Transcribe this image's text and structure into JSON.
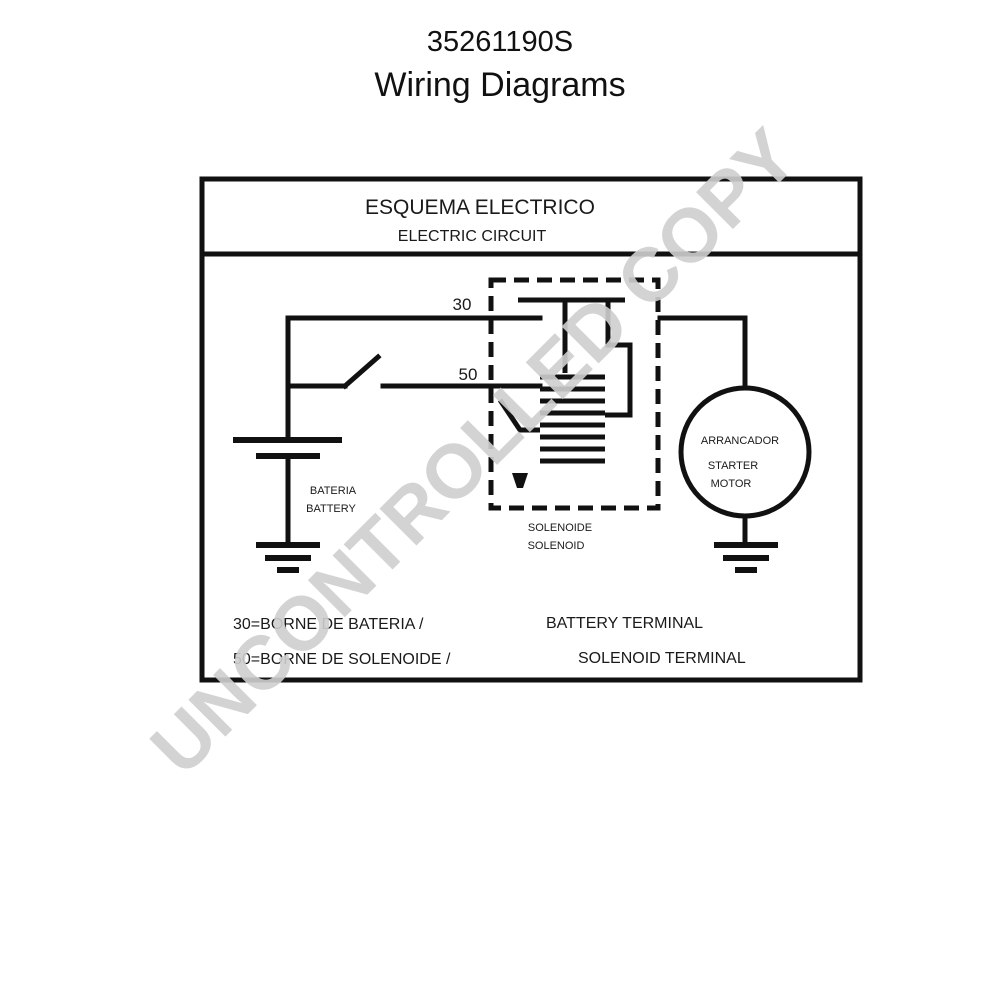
{
  "header": {
    "part_number": "35261190S",
    "title": "Wiring Diagrams"
  },
  "diagram": {
    "heading_es": "ESQUEMA ELECTRICO",
    "heading_en": "ELECTRIC CIRCUIT",
    "terminal_30": "30",
    "terminal_50": "50",
    "battery_es": "BATERIA",
    "battery_en": "BATTERY",
    "solenoid_es": "SOLENOIDE",
    "solenoid_en": "SOLENOID",
    "starter_es": "ARRANCADOR",
    "starter_en_1": "STARTER",
    "starter_en_2": "MOTOR",
    "legend_30_es": "30=BORNE DE BATERIA /",
    "legend_30_en": "BATTERY TERMINAL",
    "legend_50_es": "50=BORNE DE SOLENOIDE /",
    "legend_50_en": "SOLENOID TERMINAL"
  },
  "watermark": "UNCONTROLLED COPY"
}
